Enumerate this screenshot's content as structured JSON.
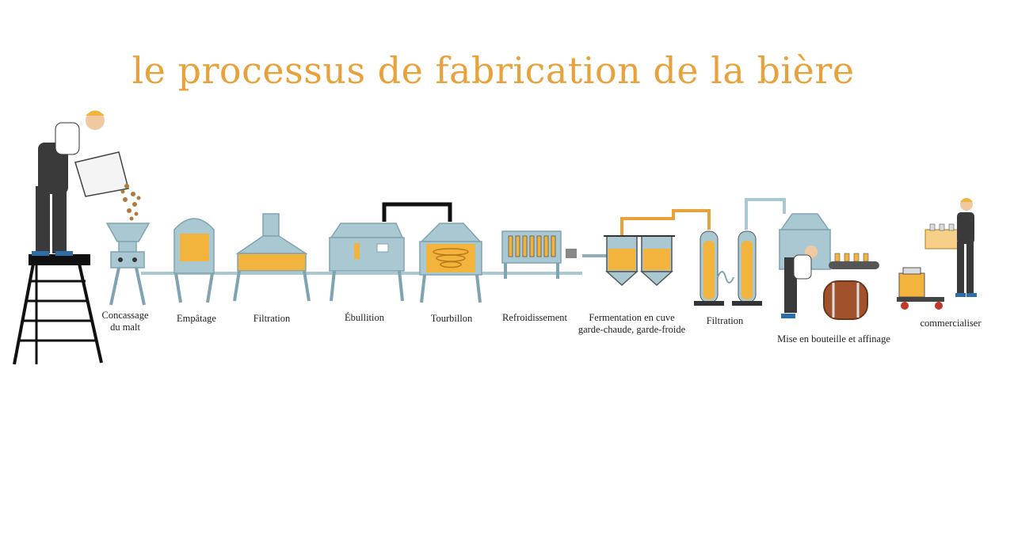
{
  "title": "le processus de fabrication de la bière",
  "steps": [
    {
      "line1": "Concassage",
      "line2": "du malt"
    },
    {
      "line1": "Empâtage"
    },
    {
      "line1": "Filtration"
    },
    {
      "line1": "Ébullition"
    },
    {
      "line1": "Tourbillon"
    },
    {
      "line1": "Refroidissement"
    },
    {
      "line1": "Fermentation en cuve",
      "line2": "garde-chaude, garde-froide"
    },
    {
      "line1": "Filtration"
    },
    {
      "line1": "Mise en bouteille et affinage"
    },
    {
      "line1": "commercialiser"
    }
  ],
  "colors": {
    "title": "#e9a23b",
    "machine": "#a9c8d2",
    "machine_dark": "#7fa3b0",
    "beer": "#f2b43c",
    "ink": "#222222",
    "barrel": "#a0522d"
  }
}
